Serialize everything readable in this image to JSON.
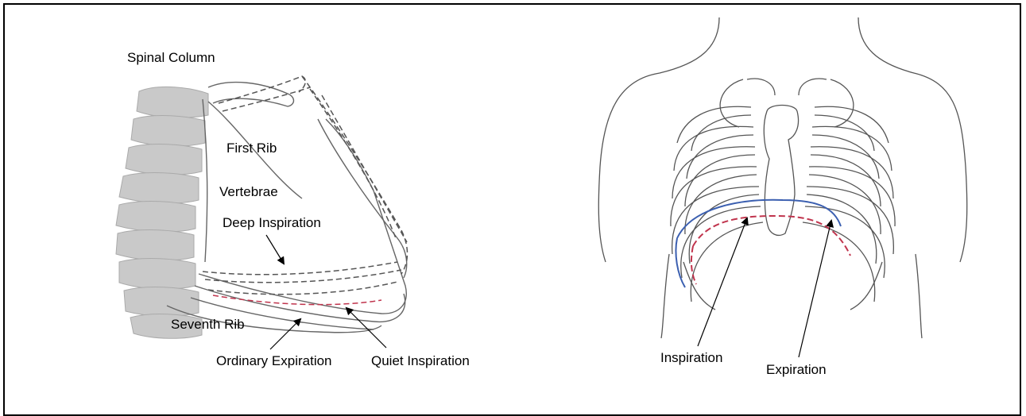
{
  "labels": {
    "spinal_column": "Spinal Column",
    "first_rib": "First Rib",
    "vertebrae": "Vertebrae",
    "deep_inspiration": "Deep Inspiration",
    "seventh_rib": "Seventh Rib",
    "ordinary_expiration": "Ordinary Expiration",
    "quiet_inspiration": "Quiet Inspiration",
    "inspiration": "Inspiration",
    "expiration": "Expiration"
  },
  "colors": {
    "inspiration_line": "#3b5fb0",
    "expiration_line": "#c0344d",
    "vertebra_fill": "#c9c9c9",
    "outline": "#555555"
  }
}
